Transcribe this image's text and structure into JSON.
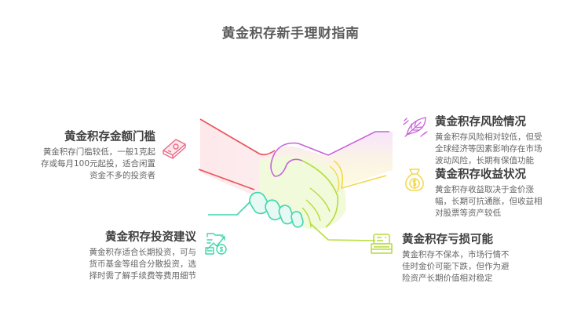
{
  "title": "黄金积存新手理财指南",
  "colors": {
    "red": "#e8535a",
    "purple": "#c864d8",
    "yellow": "#f2d84a",
    "lime": "#b6dc3c",
    "teal": "#3dd6ac",
    "pink_icon": "#e86a86",
    "title_text": "#5c5c5c",
    "heading_text": "#3f3f3f",
    "body_text": "#666666"
  },
  "items": [
    {
      "id": "threshold",
      "heading": "黄金积存金额门槛",
      "lines": [
        "黄金积存门槛较低，一般1克起",
        "存或每月100元起投，适合闲置",
        "资金不多的投资者"
      ],
      "icon": "gold-bar-icon",
      "color": "red"
    },
    {
      "id": "risk",
      "heading": "黄金积存风险情况",
      "lines": [
        "黄金积存风险相对较低，但受",
        "全球经济等因素影响存在市场",
        "波动风险，长期有保值功能"
      ],
      "icon": "leaf-icon",
      "color": "purple"
    },
    {
      "id": "return",
      "heading": "黄金积存收益状况",
      "lines": [
        "黄金积存收益取决于金价涨",
        "幅，长期可抗通胀，但收益相",
        "对股票等资产较低"
      ],
      "icon": "money-bag-icon",
      "color": "yellow"
    },
    {
      "id": "loss",
      "heading": "黄金积存亏损可能",
      "lines": [
        "黄金积存不保本，市场行情不",
        "佳时金价可能下跌，但作为避",
        "险资产长期价值相对稳定"
      ],
      "icon": "cash-register-icon",
      "color": "lime"
    },
    {
      "id": "advice",
      "heading": "黄金积存投资建议",
      "lines": [
        "黄金积存适合长期投资，可与",
        "货币基金等组合分散投资，选",
        "择时需了解手续费等费用细节"
      ],
      "icon": "investment-growth-icon",
      "color": "teal"
    }
  ]
}
